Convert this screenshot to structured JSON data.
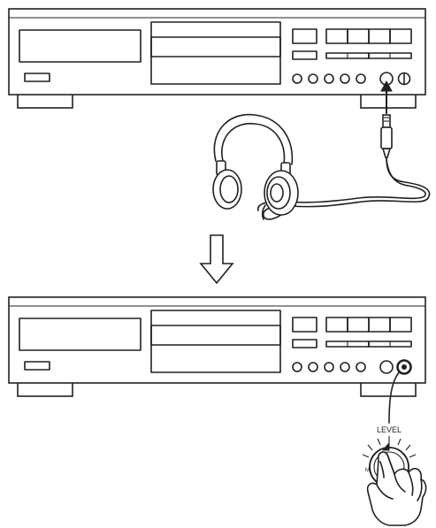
{
  "figure": {
    "step1": "connect-headphones-to-front-jack",
    "step2": "adjust-headphone-level-knob"
  },
  "knob": {
    "label": "LEVEL",
    "min_label": "MIN"
  },
  "icons": {
    "transition": "down-arrow-icon",
    "headphones": "headphones-icon",
    "hand": "hand-icon"
  },
  "colors": {
    "ink": "#231f20",
    "paper": "#ffffff",
    "arrow_fill": "#ffffff"
  }
}
